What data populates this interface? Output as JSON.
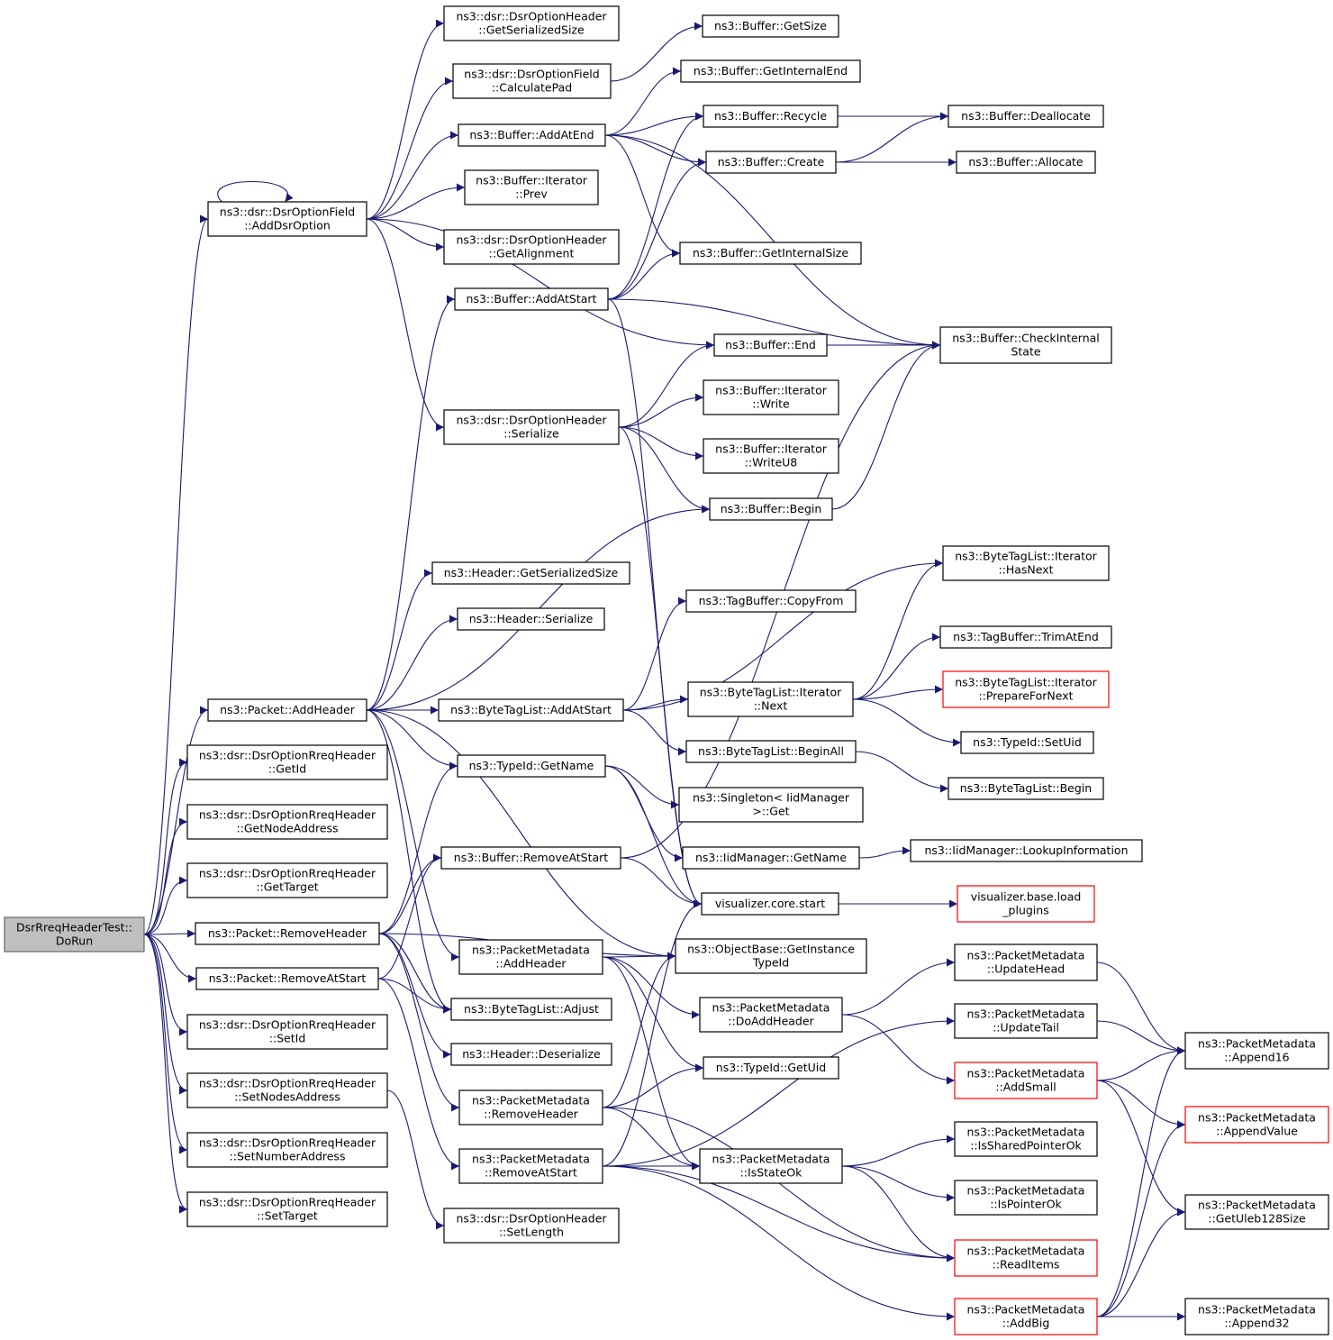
{
  "diagram": {
    "type": "call-graph",
    "colors": {
      "edge": "#191970",
      "root_fill": "#bfbfbf",
      "node_border": "#000000",
      "truncated_border": "#ff0000"
    },
    "nodes": [
      {
        "id": "n0",
        "lines": [
          "DsrRreqHeaderTest::",
          "DoRun"
        ],
        "root": true
      },
      {
        "id": "n1",
        "lines": [
          "ns3::dsr::DsrOptionField",
          "::AddDsrOption"
        ]
      },
      {
        "id": "n2",
        "lines": [
          "ns3::Packet::AddHeader"
        ]
      },
      {
        "id": "n3",
        "lines": [
          "ns3::dsr::DsrOptionRreqHeader",
          "::GetId"
        ]
      },
      {
        "id": "n4",
        "lines": [
          "ns3::dsr::DsrOptionRreqHeader",
          "::GetNodeAddress"
        ]
      },
      {
        "id": "n5",
        "lines": [
          "ns3::dsr::DsrOptionRreqHeader",
          "::GetTarget"
        ]
      },
      {
        "id": "n6",
        "lines": [
          "ns3::Packet::RemoveHeader"
        ]
      },
      {
        "id": "n7",
        "lines": [
          "ns3::Packet::RemoveAtStart"
        ]
      },
      {
        "id": "n8",
        "lines": [
          "ns3::dsr::DsrOptionRreqHeader",
          "::SetId"
        ]
      },
      {
        "id": "n9",
        "lines": [
          "ns3::dsr::DsrOptionRreqHeader",
          "::SetNodesAddress"
        ]
      },
      {
        "id": "n10",
        "lines": [
          "ns3::dsr::DsrOptionRreqHeader",
          "::SetNumberAddress"
        ]
      },
      {
        "id": "n11",
        "lines": [
          "ns3::dsr::DsrOptionRreqHeader",
          "::SetTarget"
        ]
      },
      {
        "id": "n12",
        "lines": [
          "ns3::dsr::DsrOptionHeader",
          "::GetSerializedSize"
        ]
      },
      {
        "id": "n13",
        "lines": [
          "ns3::dsr::DsrOptionField",
          "::CalculatePad"
        ]
      },
      {
        "id": "n14",
        "lines": [
          "ns3::Buffer::AddAtEnd"
        ]
      },
      {
        "id": "n15",
        "lines": [
          "ns3::Buffer::Iterator",
          "::Prev"
        ]
      },
      {
        "id": "n16",
        "lines": [
          "ns3::dsr::DsrOptionHeader",
          "::GetAlignment"
        ]
      },
      {
        "id": "n17",
        "lines": [
          "ns3::Buffer::AddAtStart"
        ]
      },
      {
        "id": "n18",
        "lines": [
          "ns3::dsr::DsrOptionHeader",
          "::Serialize"
        ]
      },
      {
        "id": "n19",
        "lines": [
          "ns3::Header::GetSerializedSize"
        ]
      },
      {
        "id": "n20",
        "lines": [
          "ns3::Header::Serialize"
        ]
      },
      {
        "id": "n21",
        "lines": [
          "ns3::ByteTagList::AddAtStart"
        ]
      },
      {
        "id": "n22",
        "lines": [
          "ns3::TypeId::GetName"
        ]
      },
      {
        "id": "n23",
        "lines": [
          "ns3::Buffer::RemoveAtStart"
        ]
      },
      {
        "id": "n24",
        "lines": [
          "ns3::PacketMetadata",
          "::AddHeader"
        ]
      },
      {
        "id": "n25",
        "lines": [
          "ns3::ByteTagList::Adjust"
        ]
      },
      {
        "id": "n26",
        "lines": [
          "ns3::Header::Deserialize"
        ]
      },
      {
        "id": "n27",
        "lines": [
          "ns3::PacketMetadata",
          "::RemoveHeader"
        ]
      },
      {
        "id": "n28",
        "lines": [
          "ns3::PacketMetadata",
          "::RemoveAtStart"
        ]
      },
      {
        "id": "n29",
        "lines": [
          "ns3::dsr::DsrOptionHeader",
          "::SetLength"
        ]
      },
      {
        "id": "n30",
        "lines": [
          "ns3::Buffer::GetSize"
        ]
      },
      {
        "id": "n31",
        "lines": [
          "ns3::Buffer::GetInternalEnd"
        ]
      },
      {
        "id": "n32",
        "lines": [
          "ns3::Buffer::Recycle"
        ]
      },
      {
        "id": "n33",
        "lines": [
          "ns3::Buffer::Create"
        ]
      },
      {
        "id": "n34",
        "lines": [
          "ns3::Buffer::GetInternalSize"
        ]
      },
      {
        "id": "n35",
        "lines": [
          "ns3::Buffer::End"
        ]
      },
      {
        "id": "n36",
        "lines": [
          "ns3::Buffer::Iterator",
          "::Write"
        ]
      },
      {
        "id": "n37",
        "lines": [
          "ns3::Buffer::Iterator",
          "::WriteU8"
        ]
      },
      {
        "id": "n38",
        "lines": [
          "ns3::Buffer::Begin"
        ]
      },
      {
        "id": "n39",
        "lines": [
          "ns3::TagBuffer::CopyFrom"
        ]
      },
      {
        "id": "n40",
        "lines": [
          "ns3::ByteTagList::Iterator",
          "::Next"
        ]
      },
      {
        "id": "n41",
        "lines": [
          "ns3::ByteTagList::BeginAll"
        ]
      },
      {
        "id": "n42",
        "lines": [
          "ns3::Singleton< IidManager",
          ">::Get"
        ]
      },
      {
        "id": "n43",
        "lines": [
          "ns3::IidManager::GetName"
        ]
      },
      {
        "id": "n44",
        "lines": [
          "visualizer.core.start"
        ]
      },
      {
        "id": "n45",
        "lines": [
          "ns3::ObjectBase::GetInstance",
          "TypeId"
        ]
      },
      {
        "id": "n46",
        "lines": [
          "ns3::PacketMetadata",
          "::DoAddHeader"
        ]
      },
      {
        "id": "n47",
        "lines": [
          "ns3::TypeId::GetUid"
        ]
      },
      {
        "id": "n48",
        "lines": [
          "ns3::PacketMetadata",
          "::IsStateOk"
        ]
      },
      {
        "id": "n49",
        "lines": [
          "ns3::Buffer::Deallocate"
        ]
      },
      {
        "id": "n50",
        "lines": [
          "ns3::Buffer::Allocate"
        ]
      },
      {
        "id": "n51",
        "lines": [
          "ns3::Buffer::CheckInternal",
          "State"
        ]
      },
      {
        "id": "n52",
        "lines": [
          "ns3::ByteTagList::Iterator",
          "::HasNext"
        ]
      },
      {
        "id": "n53",
        "lines": [
          "ns3::TagBuffer::TrimAtEnd"
        ]
      },
      {
        "id": "n54",
        "lines": [
          "ns3::ByteTagList::Iterator",
          "::PrepareForNext"
        ],
        "truncated": true
      },
      {
        "id": "n55",
        "lines": [
          "ns3::TypeId::SetUid"
        ]
      },
      {
        "id": "n56",
        "lines": [
          "ns3::ByteTagList::Begin"
        ]
      },
      {
        "id": "n57",
        "lines": [
          "ns3::IidManager::LookupInformation"
        ]
      },
      {
        "id": "n58",
        "lines": [
          "visualizer.base.load",
          "_plugins"
        ],
        "truncated": true
      },
      {
        "id": "n59",
        "lines": [
          "ns3::PacketMetadata",
          "::UpdateHead"
        ]
      },
      {
        "id": "n60",
        "lines": [
          "ns3::PacketMetadata",
          "::UpdateTail"
        ]
      },
      {
        "id": "n61",
        "lines": [
          "ns3::PacketMetadata",
          "::AddSmall"
        ],
        "truncated": true
      },
      {
        "id": "n62",
        "lines": [
          "ns3::PacketMetadata",
          "::IsSharedPointerOk"
        ]
      },
      {
        "id": "n63",
        "lines": [
          "ns3::PacketMetadata",
          "::IsPointerOk"
        ]
      },
      {
        "id": "n64",
        "lines": [
          "ns3::PacketMetadata",
          "::ReadItems"
        ],
        "truncated": true
      },
      {
        "id": "n65",
        "lines": [
          "ns3::PacketMetadata",
          "::AddBig"
        ],
        "truncated": true
      },
      {
        "id": "n66",
        "lines": [
          "ns3::PacketMetadata",
          "::Append16"
        ]
      },
      {
        "id": "n67",
        "lines": [
          "ns3::PacketMetadata",
          "::AppendValue"
        ],
        "truncated": true
      },
      {
        "id": "n68",
        "lines": [
          "ns3::PacketMetadata",
          "::GetUleb128Size"
        ]
      },
      {
        "id": "n69",
        "lines": [
          "ns3::PacketMetadata",
          "::Append32"
        ]
      }
    ],
    "edges": [
      [
        "n0",
        "n1"
      ],
      [
        "n0",
        "n2"
      ],
      [
        "n0",
        "n3"
      ],
      [
        "n0",
        "n4"
      ],
      [
        "n0",
        "n5"
      ],
      [
        "n0",
        "n6"
      ],
      [
        "n0",
        "n7"
      ],
      [
        "n0",
        "n8"
      ],
      [
        "n0",
        "n9"
      ],
      [
        "n0",
        "n10"
      ],
      [
        "n0",
        "n11"
      ],
      [
        "n1",
        "n1"
      ],
      [
        "n1",
        "n12"
      ],
      [
        "n1",
        "n13"
      ],
      [
        "n1",
        "n14"
      ],
      [
        "n1",
        "n15"
      ],
      [
        "n1",
        "n16"
      ],
      [
        "n1",
        "n35"
      ],
      [
        "n1",
        "n18"
      ],
      [
        "n13",
        "n30"
      ],
      [
        "n14",
        "n31"
      ],
      [
        "n14",
        "n32"
      ],
      [
        "n14",
        "n33"
      ],
      [
        "n14",
        "n34"
      ],
      [
        "n14",
        "n51"
      ],
      [
        "n32",
        "n49"
      ],
      [
        "n33",
        "n49"
      ],
      [
        "n33",
        "n50"
      ],
      [
        "n17",
        "n32"
      ],
      [
        "n17",
        "n33"
      ],
      [
        "n17",
        "n34"
      ],
      [
        "n17",
        "n51"
      ],
      [
        "n17",
        "n44"
      ],
      [
        "n35",
        "n51"
      ],
      [
        "n38",
        "n51"
      ],
      [
        "n18",
        "n35"
      ],
      [
        "n18",
        "n36"
      ],
      [
        "n18",
        "n37"
      ],
      [
        "n18",
        "n38"
      ],
      [
        "n18",
        "n44"
      ],
      [
        "n2",
        "n17"
      ],
      [
        "n2",
        "n38"
      ],
      [
        "n2",
        "n19"
      ],
      [
        "n2",
        "n20"
      ],
      [
        "n2",
        "n21"
      ],
      [
        "n2",
        "n22"
      ],
      [
        "n2",
        "n45"
      ],
      [
        "n2",
        "n24"
      ],
      [
        "n2",
        "n25"
      ],
      [
        "n21",
        "n52"
      ],
      [
        "n21",
        "n39"
      ],
      [
        "n21",
        "n40"
      ],
      [
        "n21",
        "n41"
      ],
      [
        "n40",
        "n52"
      ],
      [
        "n40",
        "n53"
      ],
      [
        "n40",
        "n54"
      ],
      [
        "n40",
        "n55"
      ],
      [
        "n41",
        "n56"
      ],
      [
        "n22",
        "n42"
      ],
      [
        "n22",
        "n43"
      ],
      [
        "n22",
        "n44"
      ],
      [
        "n43",
        "n57"
      ],
      [
        "n44",
        "n58"
      ],
      [
        "n6",
        "n23"
      ],
      [
        "n6",
        "n22"
      ],
      [
        "n6",
        "n45"
      ],
      [
        "n6",
        "n25"
      ],
      [
        "n6",
        "n26"
      ],
      [
        "n6",
        "n27"
      ],
      [
        "n7",
        "n23"
      ],
      [
        "n7",
        "n25"
      ],
      [
        "n7",
        "n28"
      ],
      [
        "n9",
        "n29"
      ],
      [
        "n23",
        "n51"
      ],
      [
        "n23",
        "n44"
      ],
      [
        "n24",
        "n45"
      ],
      [
        "n24",
        "n46"
      ],
      [
        "n24",
        "n47"
      ],
      [
        "n24",
        "n48"
      ],
      [
        "n46",
        "n59"
      ],
      [
        "n46",
        "n61"
      ],
      [
        "n27",
        "n45"
      ],
      [
        "n27",
        "n47"
      ],
      [
        "n27",
        "n48"
      ],
      [
        "n27",
        "n64"
      ],
      [
        "n28",
        "n60"
      ],
      [
        "n28",
        "n48"
      ],
      [
        "n28",
        "n64"
      ],
      [
        "n28",
        "n65"
      ],
      [
        "n28",
        "n44"
      ],
      [
        "n48",
        "n62"
      ],
      [
        "n48",
        "n63"
      ],
      [
        "n48",
        "n64"
      ],
      [
        "n59",
        "n66"
      ],
      [
        "n60",
        "n66"
      ],
      [
        "n61",
        "n66"
      ],
      [
        "n61",
        "n67"
      ],
      [
        "n61",
        "n68"
      ],
      [
        "n65",
        "n66"
      ],
      [
        "n65",
        "n67"
      ],
      [
        "n65",
        "n68"
      ],
      [
        "n65",
        "n69"
      ]
    ]
  }
}
